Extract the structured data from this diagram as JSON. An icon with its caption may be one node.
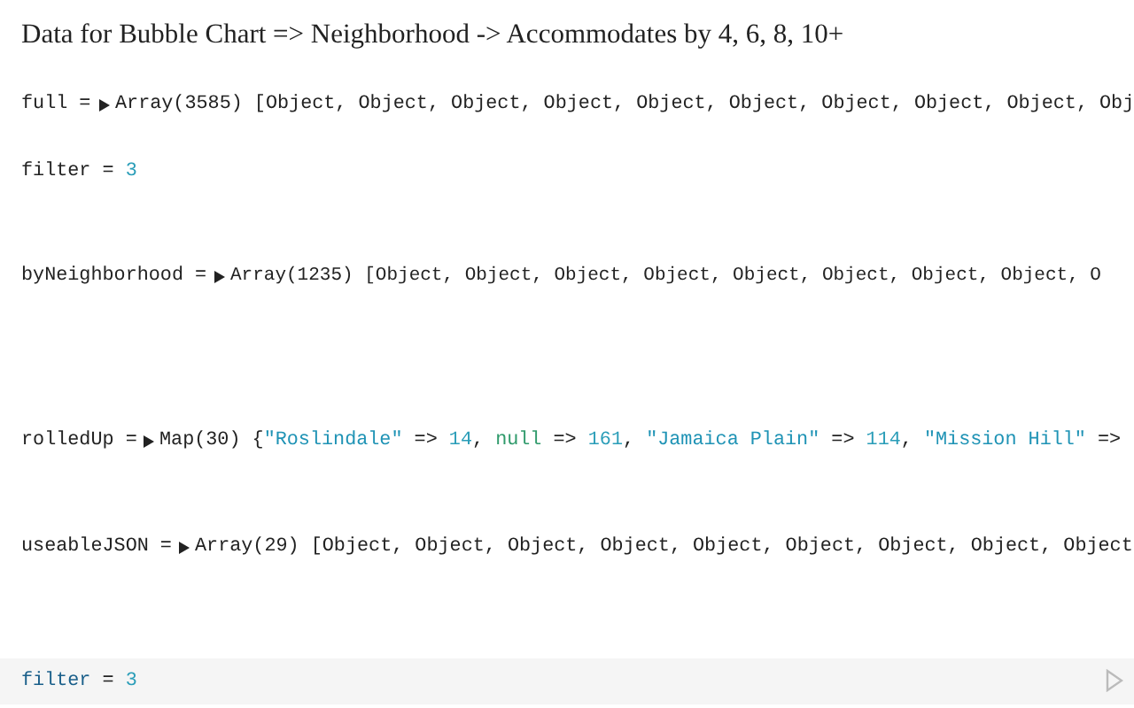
{
  "diagram": {
    "title": "Data for Bubble Chart => Neighborhood -> Accommodates by 4, 6, 8, 10+",
    "labels": [
      "full =",
      "Array(3585) [Object, Object, Object, Object, Object, Object, Object, Object, Object, Obj",
      "filter = 3",
      "byNeighborhood =",
      "Array(1235) [Object, Object, Object, Object, Object, Object, Object, Object, O",
      "rolledUp =",
      "Map(30) {\"Roslindale\" => 14, null => 161, \"Jamaica Plain\" => 114, \"Mission Hill\" =>",
      "useableJSON =",
      "Array(29) [Object, Object, Object, Object, Object, Object, Object, Object, Object",
      "filter = 3"
    ]
  }
}
